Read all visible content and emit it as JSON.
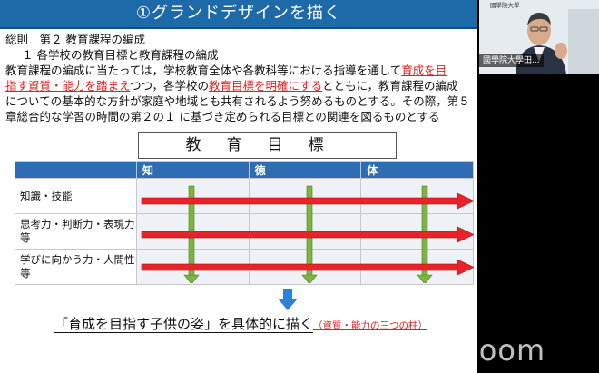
{
  "slide": {
    "title": "①グランドデザインを描く",
    "lines": [
      "総則　第２ 教育課程の編成",
      "１ 各学校の教育目標と教育課程の編成"
    ],
    "para": {
      "l1a": "教育課程の編成に当たっては，学校教育全体や各教科等における指導を通して",
      "l1b": "育成を目",
      "l2a": "指す資質・能力を踏まえ",
      "l2b": "つつ，各学校の",
      "l2c": "教育目標を明確にする",
      "l2d": "とともに，教育課程の編成",
      "l3": "についての基本的な方針が家庭や地域とも共有されるよう努めるものとする。その際，第５",
      "l4": "章総合的な学習の時間の第２の１ に基づき定められる目標との関連を図るものとする"
    },
    "frame_label": "教育目標",
    "grid": {
      "headers": [
        "",
        "知",
        "徳",
        "体"
      ],
      "rows": [
        {
          "label": "知識・技能"
        },
        {
          "label": "思考力・判断力・表現力等"
        },
        {
          "label": "学びに向かう力・人間性等"
        }
      ]
    },
    "bottom": {
      "main": "「育成を目指す子供の姿」を具体的に描く",
      "sub": "（資質・能力の三つの柱）"
    },
    "colors": {
      "title_bg": "#1e6aa8",
      "header_bg": "#2e6db4",
      "accent_red": "#e02020",
      "arrow_red": "#e8232a",
      "arrow_green": "#7cb342",
      "arrow_blue": "#2f80d8"
    }
  },
  "participant": {
    "name": "國學院大學田...",
    "header_text": "國學院大學"
  },
  "zoom_logo": "zoom"
}
